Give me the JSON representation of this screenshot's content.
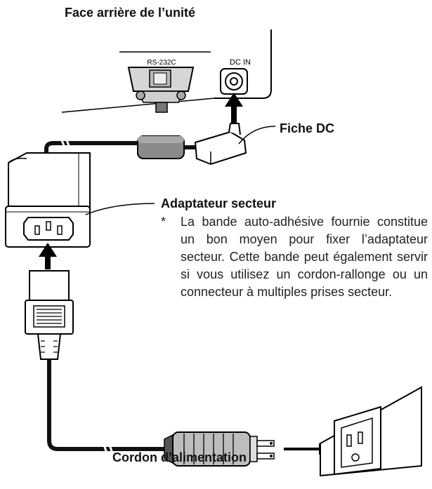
{
  "labels": {
    "rear_panel": "Face arrière de l’unité",
    "dc_plug": "Fiche DC",
    "ac_adapter": "Adaptateur secteur",
    "power_cord": "Cordon d’alimentation",
    "port_rs232c": "RS-232C",
    "port_dc_in": "DC IN"
  },
  "note": {
    "marker": "*",
    "text": "La bande auto-adhésive fournie constitue un bon moyen pour fixer l’adaptateur secteur. Cette bande peut également servir si vous utilisez un cordon-rallonge ou un connecteur à multiples prises secteur."
  },
  "colors": {
    "line": "#000000",
    "cable": "#111111",
    "ferrite": "#8a8a8a",
    "plug_shade": "#bdbdbd",
    "paper": "#ffffff"
  }
}
